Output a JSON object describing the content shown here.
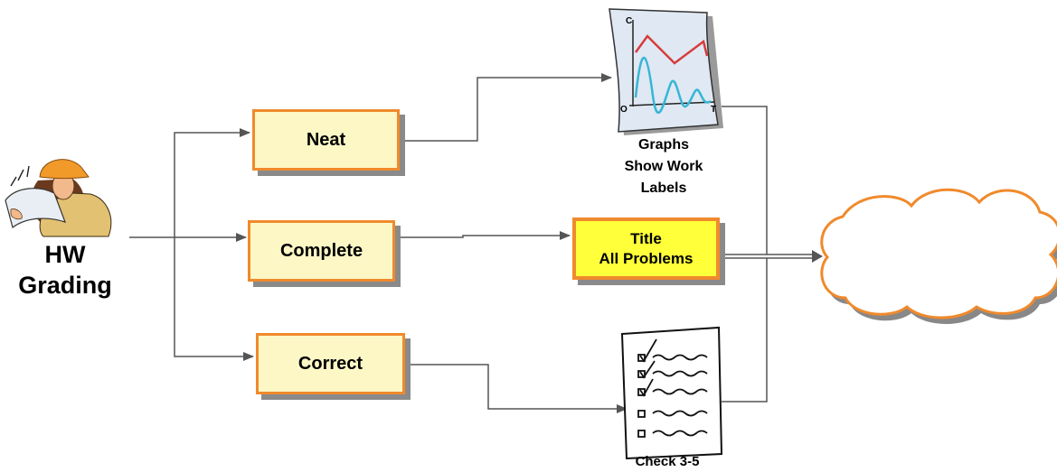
{
  "diagram": {
    "root_label": "HW\nGrading",
    "criteria": {
      "neat": "Neat",
      "complete": "Complete",
      "correct": "Correct"
    },
    "details": {
      "graphs": "Graphs\nShow Work\nLabels",
      "title": "Title\nAll Problems",
      "check": "Check 3-5"
    },
    "graph_axis_labels": {
      "c": "C",
      "o": "O",
      "t": "T"
    },
    "colors": {
      "box_border": "#f08a2c",
      "box_fill": "#fdf7c6",
      "highlight_fill": "#ffff3a",
      "arrow": "#555555",
      "cloud_border": "#f08a2c"
    }
  }
}
